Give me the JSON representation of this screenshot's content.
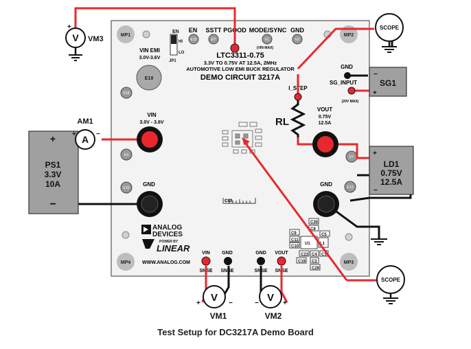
{
  "caption": "Test Setup for DC3217A Demo Board",
  "board": {
    "part": "LTC3311-0.75",
    "subtitle1": "3.3V TO 0.75V AT 12.5A, 2MHz",
    "subtitle2": "AUTOMOTIVE LOW EMI BUCK REGULATOR",
    "demo": "DEMO CIRCUIT 3217A",
    "mounting": [
      "MP1",
      "MP2",
      "MP3",
      "MP4"
    ],
    "top_labels": {
      "en": "EN",
      "sstt": "SSTT",
      "pgood": "PGOOD",
      "mode": "MODE/SYNC",
      "gnd": "GND",
      "vinmax": "(VIN MAX)"
    },
    "top_turrets": [
      "E15",
      "E?",
      "E1",
      "E2"
    ],
    "jumper": {
      "name": "JP1",
      "en": "EN",
      "hi": "HI",
      "lo": "LO"
    },
    "vin_emi": {
      "label": "VIN EMI",
      "range": "3.0V-3.6V",
      "big": "E19",
      "small": "E18"
    },
    "vin": {
      "label": "VIN",
      "range": "3.0V - 3.6V",
      "turret": "E4"
    },
    "gnd_left": {
      "label": "GND",
      "turret": "E10"
    },
    "vout": {
      "label": "VOUT",
      "v": "0.75V",
      "a": "12.5A",
      "turret": "E7"
    },
    "gnd_right": {
      "label": "GND",
      "turret": "E13"
    },
    "i_step": "I_STEP",
    "sg_input": "SG_INPUT",
    "sg_gnd": "GND",
    "sg_max": "(20V MAX)",
    "ruler": "cm",
    "logo1": "ANALOG",
    "logo2": "DEVICES",
    "powered": "POWER BY",
    "linear": "LINEAR",
    "url": "WWW.ANALOG.COM",
    "sense": [
      {
        "top": "VIN",
        "bottom": "SNSE"
      },
      {
        "top": "GND",
        "bottom": "SNSE"
      },
      {
        "top": "GND",
        "bottom": "SNSE"
      },
      {
        "top": "VOUT",
        "bottom": "SNSE"
      }
    ],
    "components": [
      "C30",
      "C8",
      "C5",
      "C9",
      "C11",
      "C10",
      "U1",
      "L1",
      "C23",
      "C4",
      "C1",
      "C19",
      "C2",
      "C29"
    ]
  },
  "instruments": {
    "ps1": [
      "PS1",
      "3.3V",
      "10A"
    ],
    "ld1": [
      "LD1",
      "0.75V",
      "12.5A"
    ],
    "sg1": "SG1",
    "am1": "AM1",
    "am_symbol": "A",
    "vm_symbol": "V",
    "vm1": "VM1",
    "vm2": "VM2",
    "vm3": "VM3",
    "scope": "SCOPE",
    "rl": "RL",
    "plus": "+",
    "minus": "−"
  },
  "colors": {
    "red": "#e8282e",
    "black": "#111111",
    "board": "#f4f4f4",
    "instrument": "#9a9a9a"
  }
}
